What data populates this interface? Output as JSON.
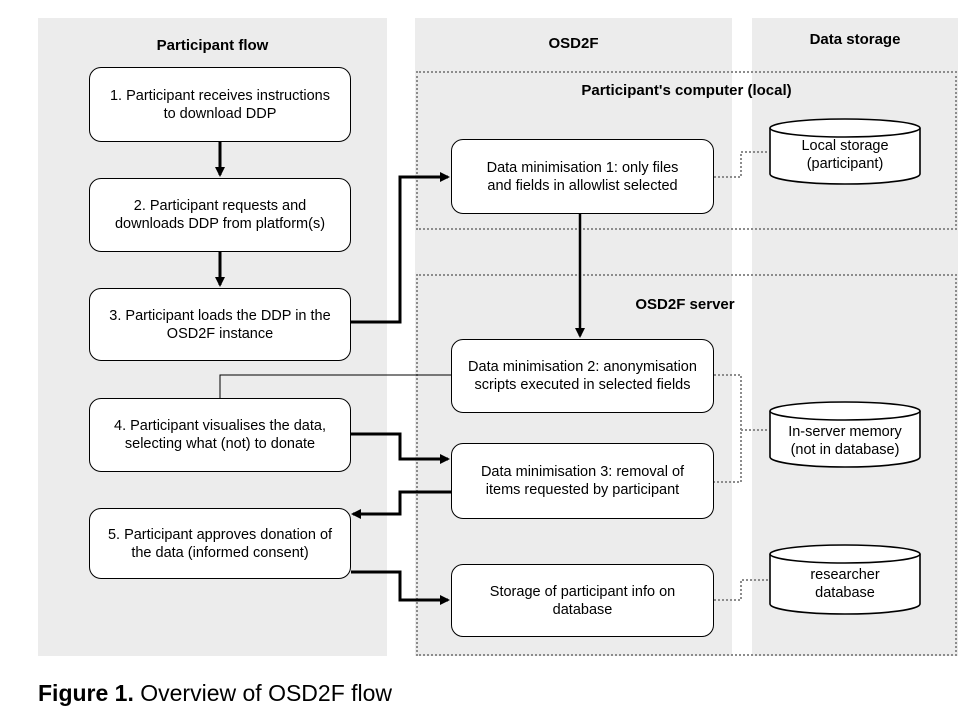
{
  "columns": {
    "participant_flow": "Participant flow",
    "osd2f": "OSD2F",
    "data_storage": "Data storage"
  },
  "regions": {
    "local_computer": "Participant's computer (local)",
    "server": "OSD2F server"
  },
  "steps": [
    "1. Participant receives instructions\nto download DDP",
    "2. Participant requests and\ndownloads DDP from platform(s)",
    "3. Participant loads the DDP in the\nOSD2F instance",
    "4. Participant visualises the data,\nselecting what (not) to donate",
    "5. Participant approves donation of\nthe data (informed consent)"
  ],
  "processes": [
    "Data minimisation 1: only files\nand fields in allowlist selected",
    "Data minimisation 2: anonymisation\nscripts executed in selected fields",
    "Data minimisation 3: removal of\nitems requested by participant",
    "Storage of participant info on\ndatabase"
  ],
  "storage": [
    "Local storage\n(participant)",
    "In-server memory\n(not in database)",
    "researcher\ndatabase"
  ],
  "caption": {
    "label": "Figure 1.",
    "text": " Overview of OSD2F flow"
  }
}
